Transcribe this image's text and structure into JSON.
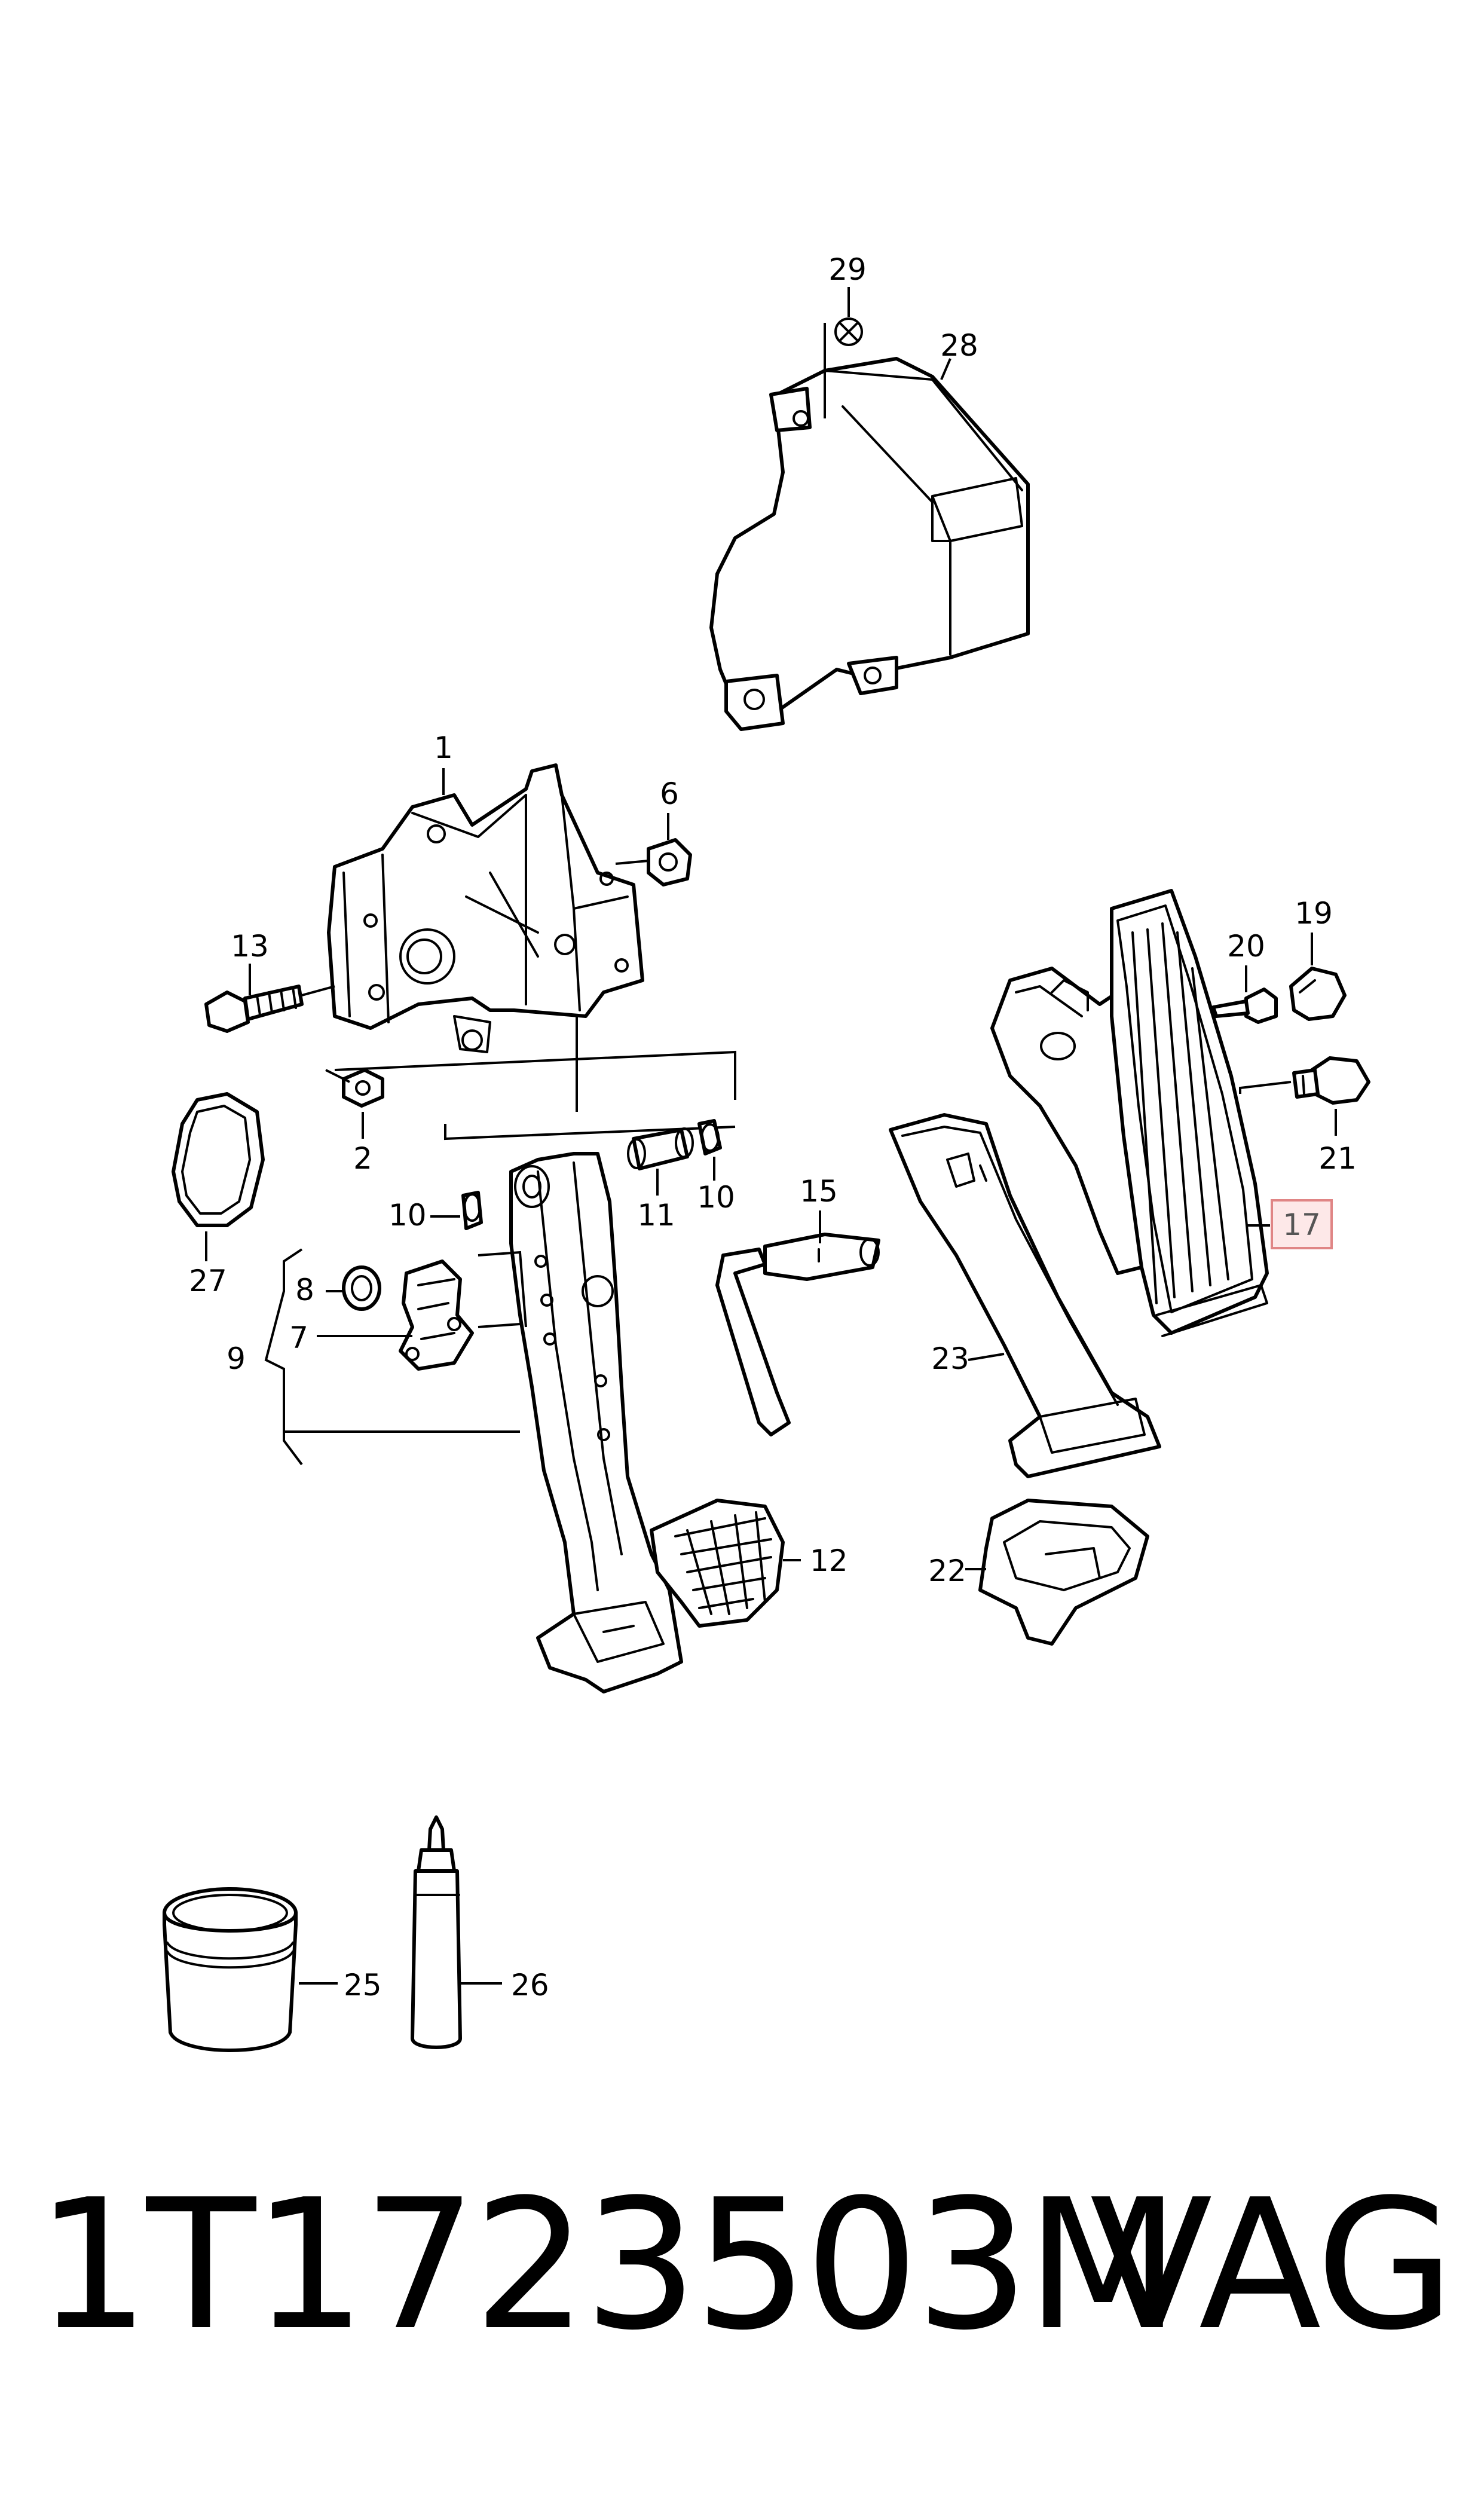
{
  "diagram": {
    "callouts": {
      "c1": "1",
      "c2": "2",
      "c6": "6",
      "c7": "7",
      "c8": "8",
      "c9": "9",
      "c10a": "10",
      "c10b": "10",
      "c11": "11",
      "c12": "12",
      "c13": "13",
      "c15": "15",
      "c17": "17",
      "c19": "19",
      "c20": "20",
      "c21": "21",
      "c22": "22",
      "c23": "23",
      "c25": "25",
      "c26": "26",
      "c27": "27",
      "c28": "28",
      "c29": "29"
    },
    "highlighted_callout": "17",
    "highlight_color": "#fde8e8"
  },
  "footer": {
    "part_number": "1T1723503M",
    "brand": "VAG"
  }
}
